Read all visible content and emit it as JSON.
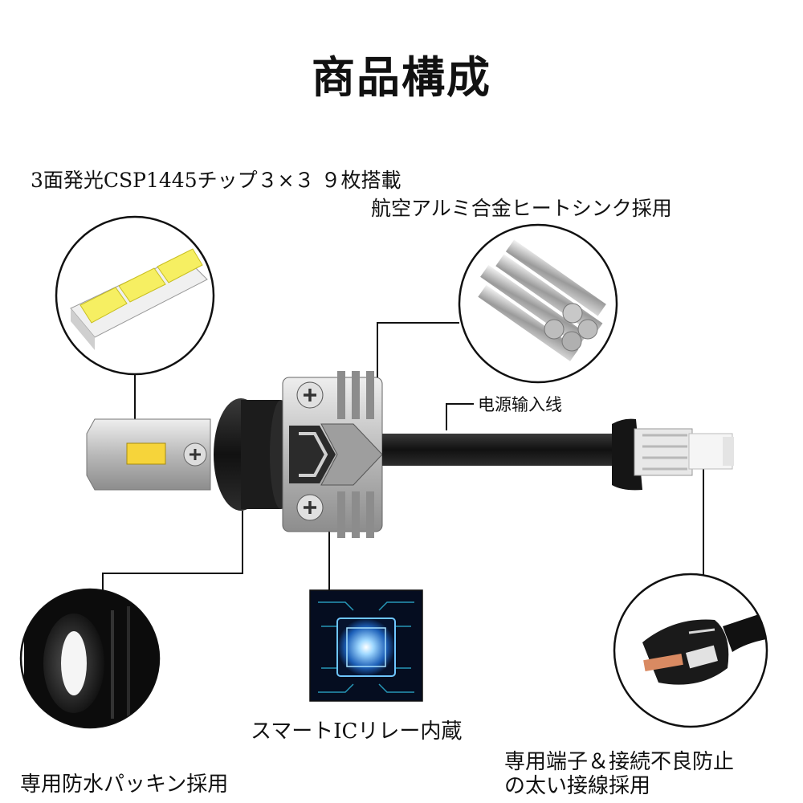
{
  "title": "商品構成",
  "callouts": {
    "led_chip": "3面発光CSP1445チップ３×３ ９枚搭載",
    "heatsink": "航空アルミ合金ヒートシンク採用",
    "power_cable": "电源输入线",
    "relay": "スマートICリレー内蔵",
    "gasket": "専用防水パッキン採用",
    "terminal_line1": "専用端子＆接続不良防止",
    "terminal_line2": "の太い接線採用"
  },
  "colors": {
    "led_yellow": "#f6ef62",
    "body_black": "#1a1a1a",
    "metal_silver": "#c9c9c9",
    "ic_glow": "#3aa8ff"
  }
}
